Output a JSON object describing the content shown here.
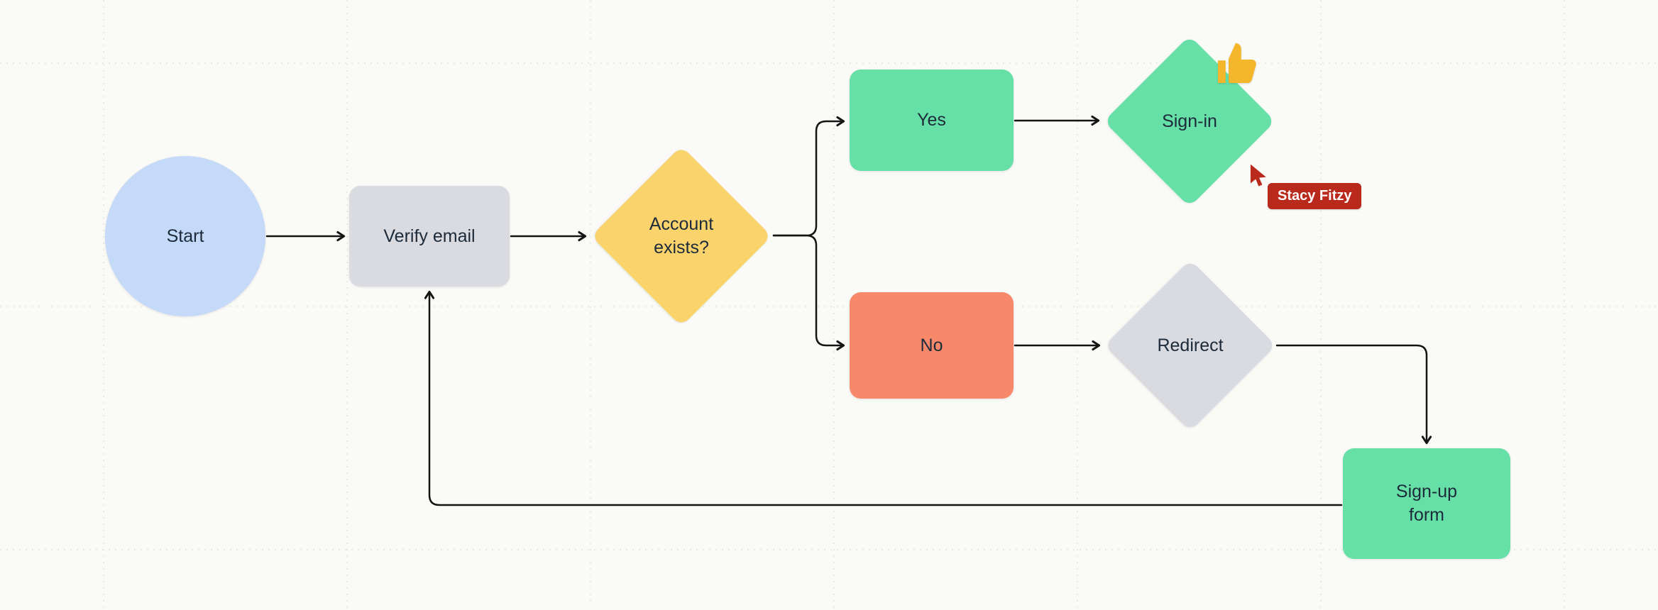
{
  "canvas": {
    "background": "#fafaf7",
    "grid_color": "#e5e4df",
    "edge_color": "#141414",
    "text_color": "#1c2a3a"
  },
  "nodes": {
    "start": {
      "label": "Start",
      "shape": "ellipse",
      "color": "#c5d9f8"
    },
    "verify_email": {
      "label": "Verify email",
      "shape": "rectangle",
      "color": "#d9dbe1"
    },
    "account_exists": {
      "label": "Account exists?",
      "shape": "diamond",
      "color": "#fbd36d"
    },
    "yes": {
      "label": "Yes",
      "shape": "rectangle",
      "color": "#67e0a8"
    },
    "sign_in": {
      "label": "Sign-in",
      "shape": "diamond",
      "color": "#67e0a8"
    },
    "no": {
      "label": "No",
      "shape": "rectangle",
      "color": "#f8886a"
    },
    "redirect": {
      "label": "Redirect",
      "shape": "diamond",
      "color": "#d9dbe1"
    },
    "sign_up_form": {
      "label": "Sign-up form",
      "shape": "rectangle",
      "color": "#67e0a8"
    }
  },
  "edges": [
    {
      "from": "Start",
      "to": "Verify email"
    },
    {
      "from": "Verify email",
      "to": "Account exists?"
    },
    {
      "from": "Account exists?",
      "to": "Yes"
    },
    {
      "from": "Account exists?",
      "to": "No"
    },
    {
      "from": "Yes",
      "to": "Sign-in"
    },
    {
      "from": "No",
      "to": "Redirect"
    },
    {
      "from": "Redirect",
      "to": "Sign-up form"
    },
    {
      "from": "Sign-up form",
      "to": "Verify email"
    }
  ],
  "collaborator": {
    "name": "Stacy Fitzy",
    "color": "#ba2a1c"
  },
  "reaction": {
    "icon": "thumbs-up-icon",
    "color": "#f4b62a",
    "attached_to": "Sign-in"
  }
}
